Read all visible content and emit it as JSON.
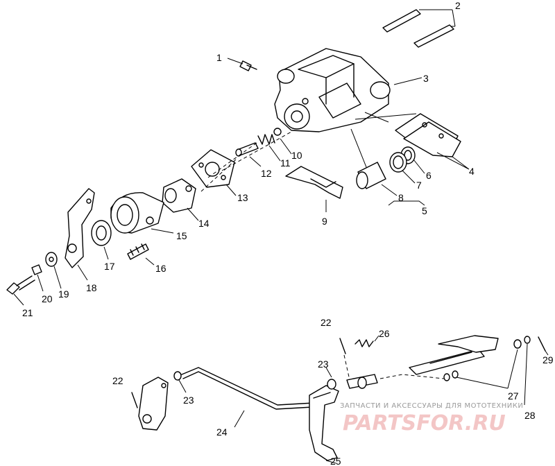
{
  "callouts": [
    "1",
    "2",
    "3",
    "4",
    "5",
    "6",
    "7",
    "8",
    "9",
    "10",
    "11",
    "12",
    "13",
    "14",
    "15",
    "16",
    "17",
    "18",
    "19",
    "20",
    "21",
    "22",
    "22",
    "23",
    "23",
    "24",
    "25",
    "26",
    "27",
    "28",
    "29"
  ],
  "watermark": {
    "caption": "ЗАПЧАСТИ И АКСЕССУАРЫ ДЛЯ МОТОТЕХНИКИ",
    "logo": "PARTSFOR.RU"
  }
}
